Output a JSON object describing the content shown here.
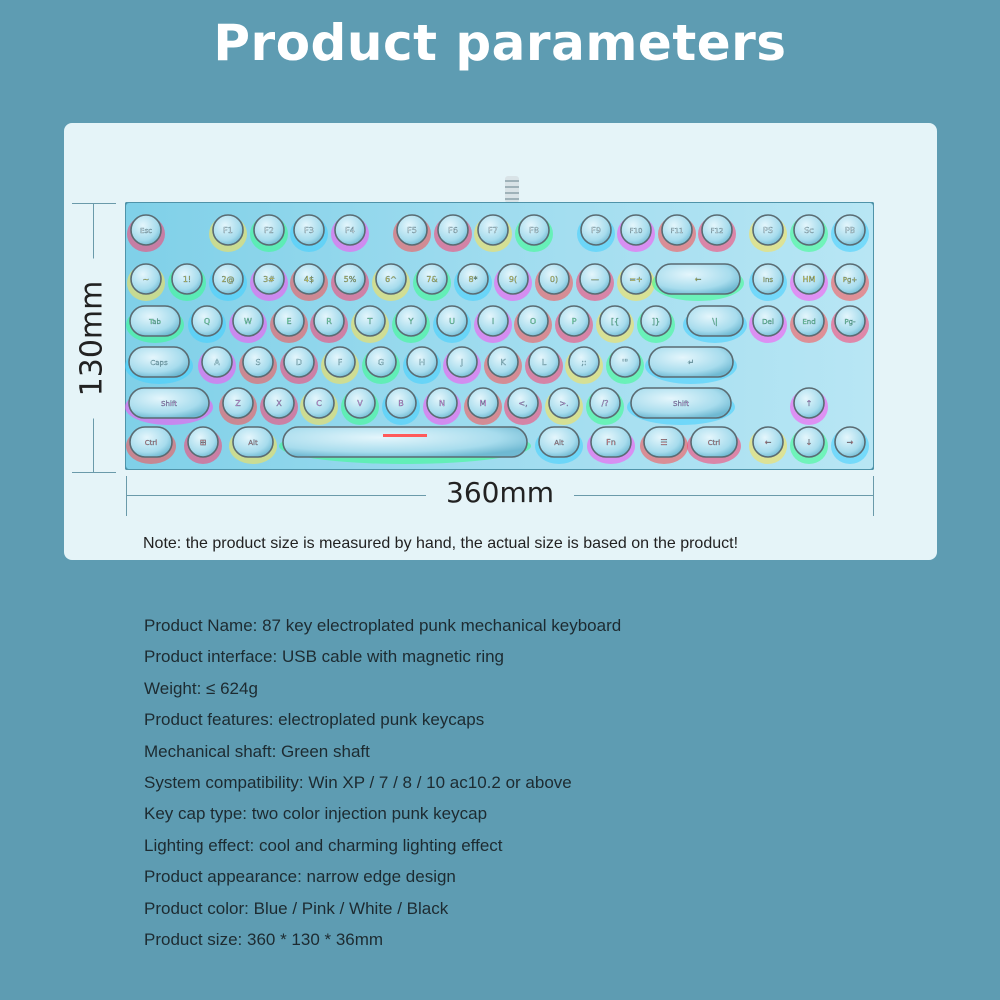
{
  "title": "Product parameters",
  "dimensions": {
    "height": "130mm",
    "width": "360mm"
  },
  "note": "Note: the product size is measured by hand, the actual size is based on the product!",
  "keyboard": {
    "rows": [
      [
        "Esc",
        "F1",
        "F2",
        "F3",
        "F4",
        "F5",
        "F6",
        "F7",
        "F8",
        "F9",
        "F10",
        "F11",
        "F12",
        "PS",
        "Sc",
        "PB"
      ],
      [
        "~",
        "1!",
        "2@",
        "3#",
        "4$",
        "5%",
        "6^",
        "7&",
        "8*",
        "9(",
        "0)",
        "—",
        "=+",
        "←",
        "Ins",
        "HM",
        "Pg+"
      ],
      [
        "Tab",
        "Q",
        "W",
        "E",
        "R",
        "T",
        "Y",
        "U",
        "I",
        "O",
        "P",
        "[{",
        "]}",
        "\\|",
        "Del",
        "End",
        "Pg-"
      ],
      [
        "Caps",
        "A",
        "S",
        "D",
        "F",
        "G",
        "H",
        "J",
        "K",
        "L",
        ";:",
        "'\"",
        "↵"
      ],
      [
        "Shift",
        "Z",
        "X",
        "C",
        "V",
        "B",
        "N",
        "M",
        "<,",
        ">.",
        "/?",
        "Shift",
        "↑"
      ],
      [
        "Ctrl",
        "⊞",
        "Alt",
        "",
        "Alt",
        "Fn",
        "☰",
        "Ctrl",
        "←",
        "↓",
        "→"
      ]
    ]
  },
  "specs": [
    "Product Name: 87 key electroplated punk mechanical keyboard",
    "Product interface: USB cable with magnetic ring",
    "Weight: ≤ 624g",
    "Product features: electroplated punk keycaps",
    "Mechanical shaft: Green shaft",
    "System compatibility: Win XP / 7 / 8 / 10 ac10.2 or above",
    "Key cap type: two color injection punk keycap",
    "Lighting effect: cool and charming lighting effect",
    "Product appearance: narrow edge design",
    "Product color: Blue / Pink / White / Black",
    "Product size: 360 * 130 * 36mm"
  ]
}
